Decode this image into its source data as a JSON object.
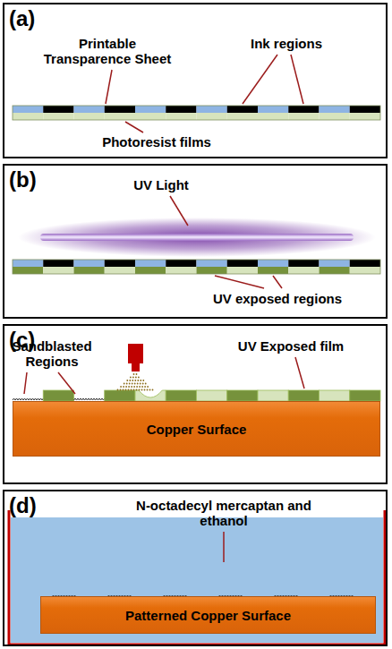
{
  "diagram": {
    "nodes": [
      {
        "text": [
          "(a)"
        ]
      },
      {
        "text": [
          "(b)"
        ]
      },
      {
        "text": [
          "(c)"
        ]
      },
      {
        "text": [
          "Copper Surface"
        ],
        "in": 2
      },
      {
        "text": [
          "(d)"
        ]
      },
      {
        "text": [
          "Patterned Copper Surface"
        ],
        "in": 4
      }
    ],
    "labels": [
      "Printable Transparence Sheet",
      "Ink regions",
      "Photoresist films",
      "UV Light",
      "UV exposed regions",
      "Sandblasted Regions",
      "UV Exposed film",
      "N-octadecyl mercaptan and ethanol"
    ]
  }
}
